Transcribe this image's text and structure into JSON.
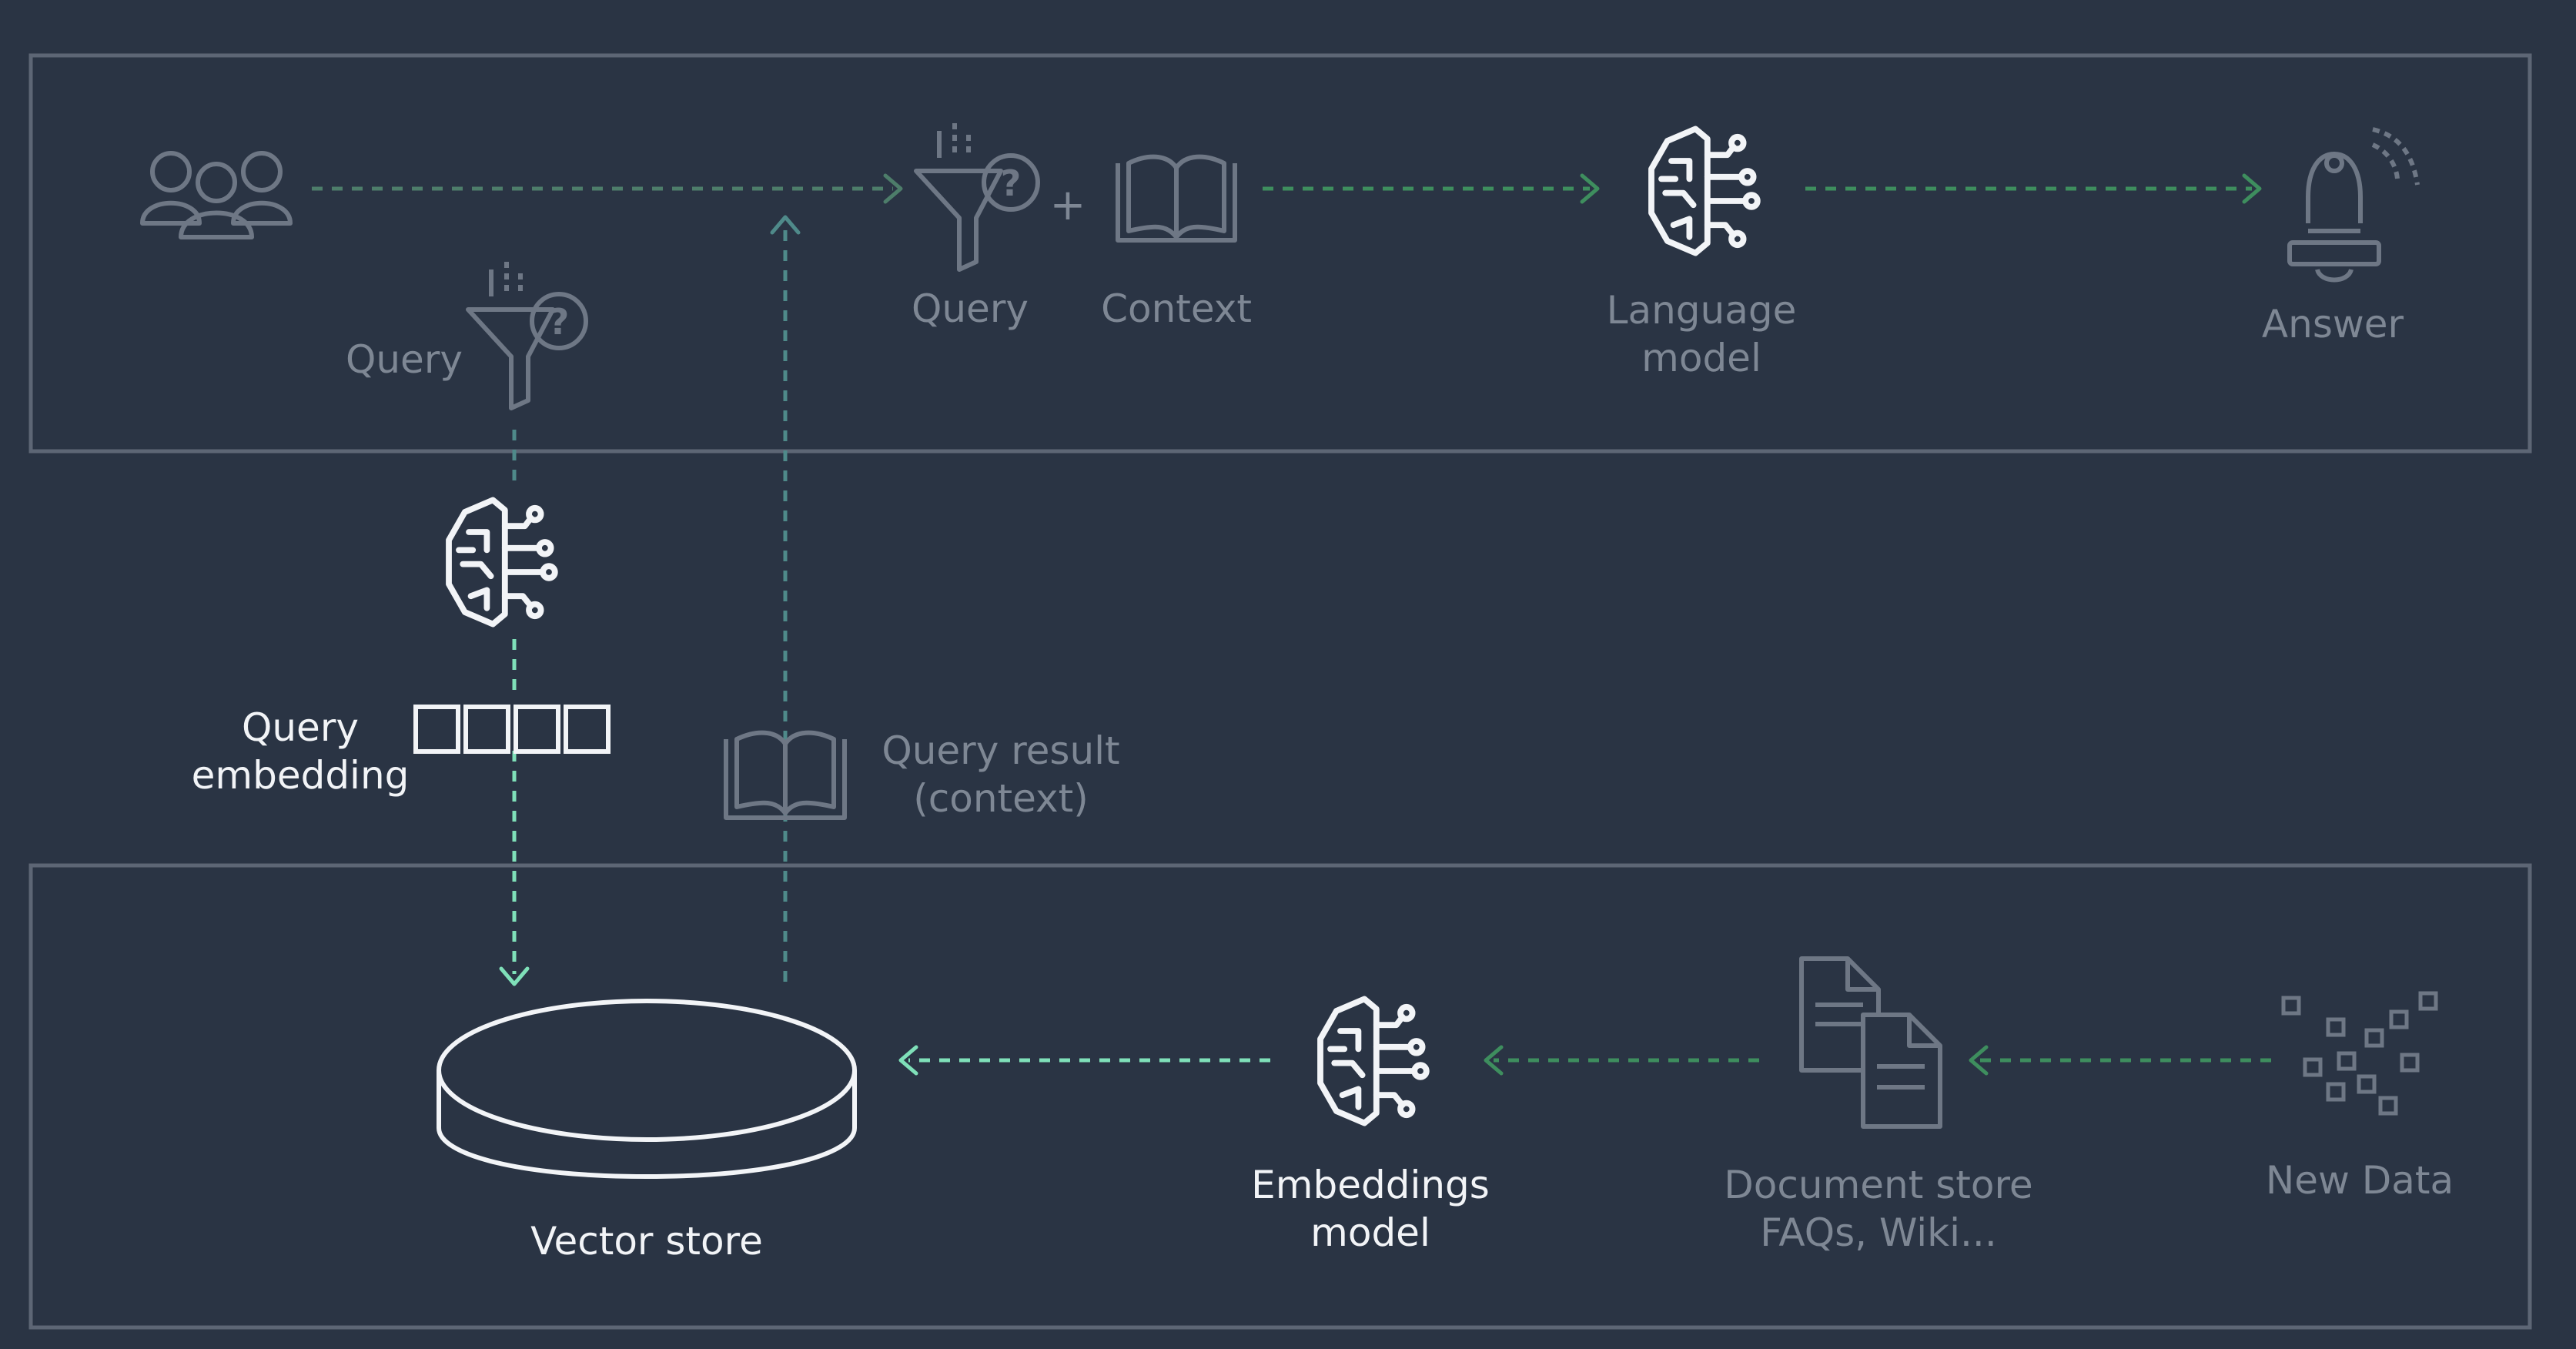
{
  "diagram": {
    "nodes": {
      "users": {
        "icon": "users-icon"
      },
      "query_top": {
        "label": "Query",
        "icon": "funnel-question-icon"
      },
      "context": {
        "label": "Context",
        "icon": "open-book-icon"
      },
      "language_model": {
        "label": "Language\nmodel",
        "icon": "brain-circuit-icon"
      },
      "answer": {
        "label": "Answer",
        "icon": "bell-icon"
      },
      "query_side": {
        "label": "Query",
        "icon": "funnel-question-icon"
      },
      "query_model": {
        "icon": "brain-circuit-icon"
      },
      "query_embedding": {
        "label": "Query\nembedding",
        "icon": "vector-cells-icon"
      },
      "query_result": {
        "label": "Query result\n(context)",
        "icon": "open-book-icon"
      },
      "vector_store": {
        "label": "Vector store",
        "icon": "database-disc-icon"
      },
      "embeddings_model": {
        "label": "Embeddings\nmodel",
        "icon": "brain-circuit-icon"
      },
      "document_store": {
        "label": "Document store\nFAQs, Wiki...",
        "icon": "documents-icon"
      },
      "new_data": {
        "label": "New Data",
        "icon": "scattered-data-icon"
      }
    },
    "plus_sign": "+",
    "edges": [
      {
        "from": "users",
        "to": "query_top"
      },
      {
        "from": "query_result",
        "to": "query_top"
      },
      {
        "from": "context",
        "to": "language_model"
      },
      {
        "from": "language_model",
        "to": "answer"
      },
      {
        "from": "query_side",
        "to": "query_model"
      },
      {
        "from": "query_model",
        "to": "query_embedding"
      },
      {
        "from": "query_embedding",
        "to": "vector_store"
      },
      {
        "from": "vector_store",
        "to": "query_result"
      },
      {
        "from": "new_data",
        "to": "document_store"
      },
      {
        "from": "document_store",
        "to": "embeddings_model"
      },
      {
        "from": "embeddings_model",
        "to": "vector_store"
      }
    ],
    "colors": {
      "background": "#2a3444",
      "panel_border": "#5d6675",
      "dim_icon": "#6e7785",
      "dim_text": "#7e8794",
      "bright": "#f2f4f7",
      "edge_green": "#3e8e5e",
      "edge_teal": "#4f8a8a",
      "edge_highlight": "#7fe0b9"
    }
  }
}
